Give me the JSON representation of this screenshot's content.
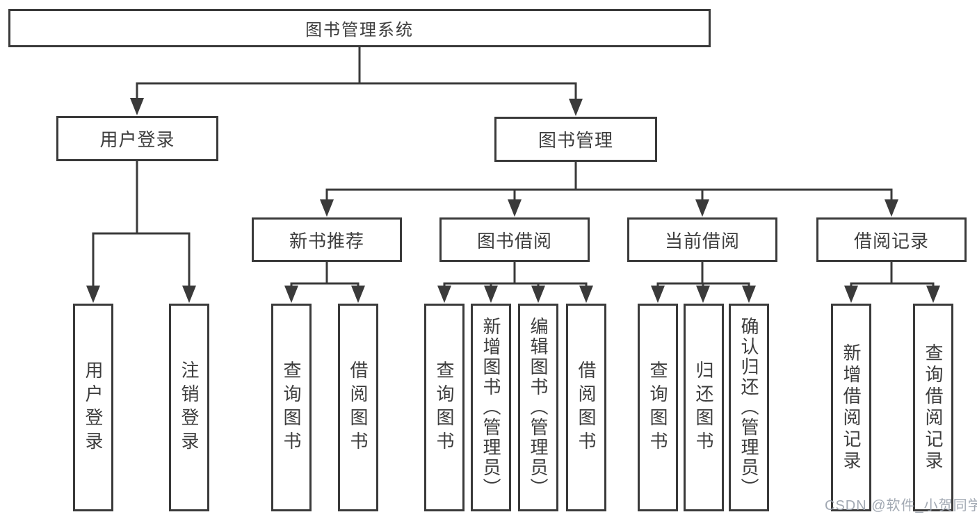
{
  "diagram": {
    "type": "tree",
    "watermark": "CSDN @软件_小贺同学",
    "colors": {
      "line": "#3a3a3a",
      "box_border": "#3a3a3a",
      "text": "#3d3d3d",
      "background": "#ffffff",
      "watermark": "#9aa2ac"
    },
    "tree": {
      "label": "图书管理系统",
      "children": [
        {
          "label": "用户登录",
          "children": [
            {
              "label": "用户登录"
            },
            {
              "label": "注销登录"
            }
          ]
        },
        {
          "label": "图书管理",
          "children": [
            {
              "label": "新书推荐",
              "children": [
                {
                  "label": "查询图书"
                },
                {
                  "label": "借阅图书"
                }
              ]
            },
            {
              "label": "图书借阅",
              "children": [
                {
                  "label": "查询图书"
                },
                {
                  "label": "新增图书（管理员）"
                },
                {
                  "label": "编辑图书（管理员）"
                },
                {
                  "label": "借阅图书"
                }
              ]
            },
            {
              "label": "当前借阅",
              "children": [
                {
                  "label": "查询图书"
                },
                {
                  "label": "归还图书"
                },
                {
                  "label": "确认归还（管理员）"
                }
              ]
            },
            {
              "label": "借阅记录",
              "children": [
                {
                  "label": "新增借阅记录"
                },
                {
                  "label": "查询借阅记录"
                }
              ]
            }
          ]
        }
      ]
    }
  }
}
